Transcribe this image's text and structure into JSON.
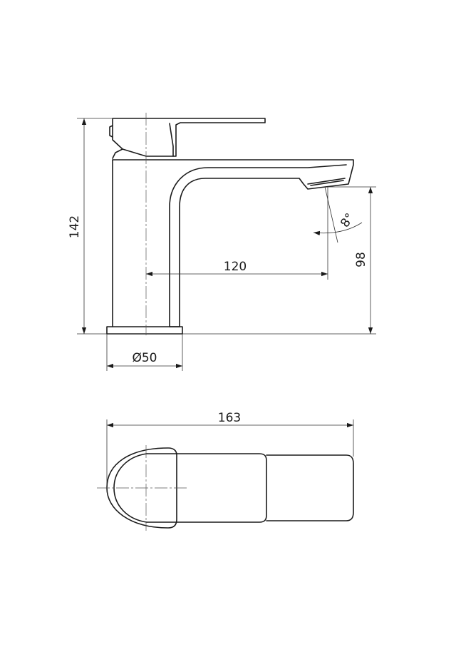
{
  "dimensions": {
    "height_total": "142",
    "spout_reach": "120",
    "spout_height": "98",
    "spout_angle": "8°",
    "base_diameter": "Ø50",
    "length_total": "163"
  },
  "colors": {
    "line": "#1a1a1a",
    "background": "#ffffff"
  }
}
